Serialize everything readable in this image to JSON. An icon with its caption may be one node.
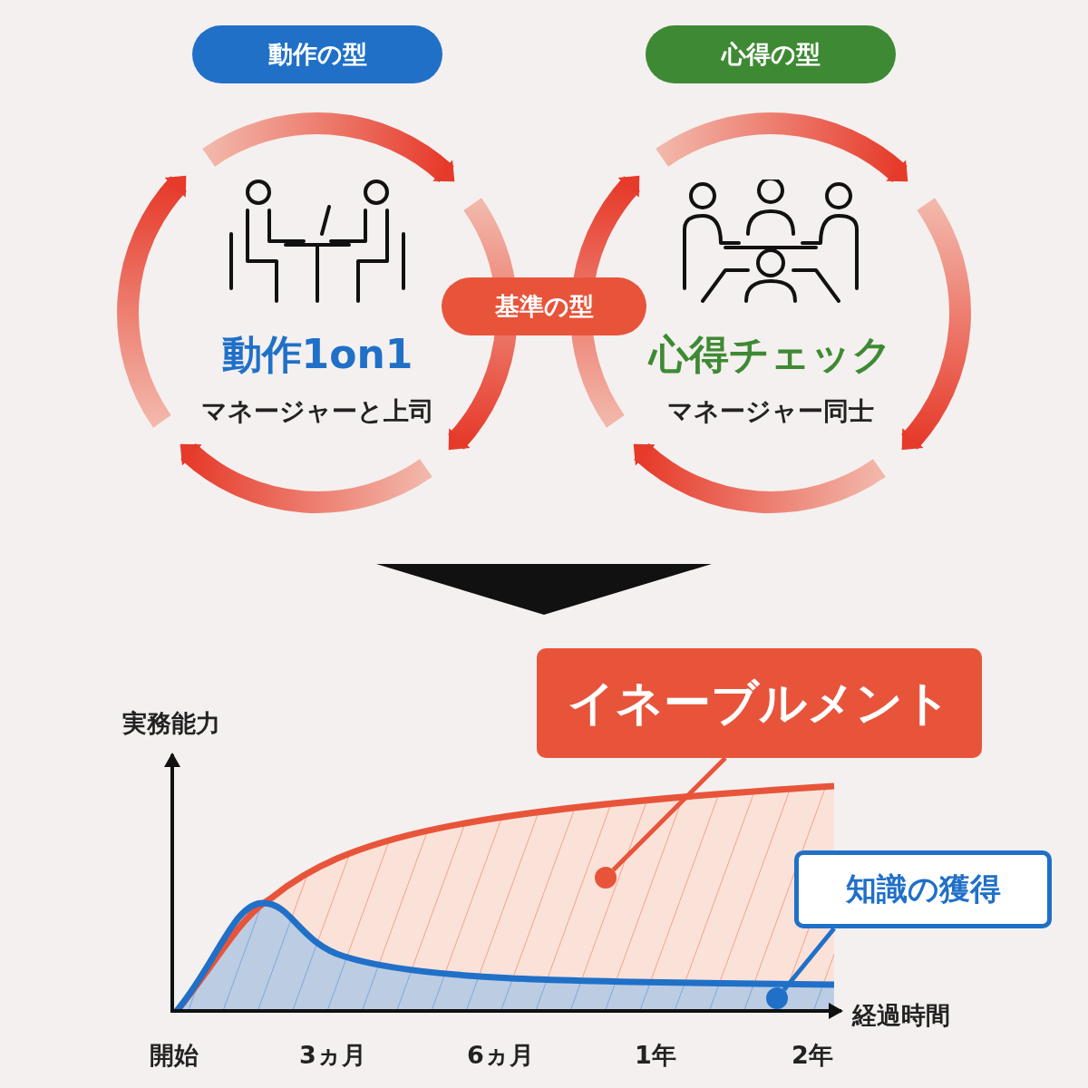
{
  "diagram": {
    "nodes": [
      {
        "text": [
          "動作の型"
        ]
      },
      {
        "text": [
          "心得の型"
        ]
      },
      {
        "text": [
          "動作1on1",
          "マネージャーと上司"
        ]
      },
      {
        "text": [
          "心得チェック",
          "マネージャー同士"
        ]
      },
      {
        "text": [
          "基準の型"
        ]
      },
      {
        "text": [
          "イネーブルメント"
        ]
      },
      {
        "text": [],
        "shape": "circle"
      },
      {
        "text": [
          "知識の獲得"
        ]
      },
      {
        "text": [],
        "shape": "circle"
      }
    ],
    "edges": [
      {
        "from": 5,
        "to": 6,
        "arrow": "none",
        "color": "#e8543a"
      },
      {
        "from": 7,
        "to": 8,
        "arrow": "none",
        "color": "#2070c8"
      }
    ],
    "labels": [
      "実務能力",
      "経過時間",
      "開始",
      "3ヵ月",
      "6ヵ月",
      "1年",
      "2年"
    ]
  }
}
